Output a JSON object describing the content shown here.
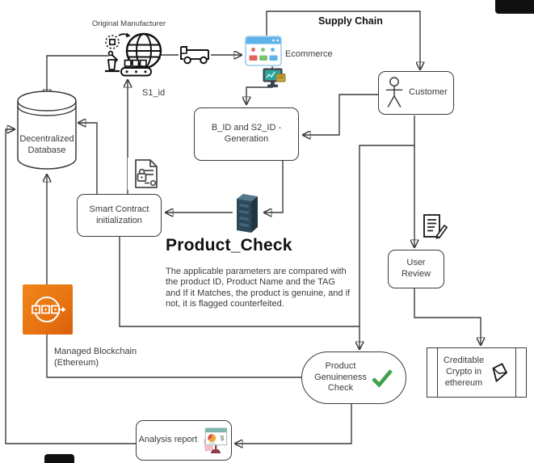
{
  "title": "Supply Chain",
  "annotations": {
    "original_manufacturer": "Original Manufacturer",
    "s1_id": "S1_id",
    "supply_chain": "Supply Chain",
    "ecommerce": "Ecommerce",
    "managed_blockchain": "Managed Blockchain\n(Ethereum)",
    "product_check_title": "Product_Check",
    "product_check_body": "The applicable parameters are compared with\nthe product ID, Product Name and the TAG\nand If it Matches, the product is genuine, and if\nnot, it is flagged counterfeited."
  },
  "nodes": {
    "database": {
      "label": "Decentralized\nDatabase",
      "shape": "cylinder"
    },
    "customer": {
      "label": "Customer",
      "shape": "rounded-rect",
      "icon": "person-icon"
    },
    "bid_generation": {
      "label": "B_ID and S2_ID -\nGeneration",
      "shape": "rounded-rect"
    },
    "smart_contract": {
      "label": "Smart Contract\ninitialization",
      "shape": "rounded-rect"
    },
    "user_review": {
      "label": "User\nReview",
      "shape": "rounded-rect"
    },
    "product_genuineness": {
      "label": "Product\nGenuineness\nCheck",
      "shape": "stadium",
      "icon": "check-icon"
    },
    "creditable_crypto": {
      "label": "Creditable\nCrypto in\nethereum",
      "shape": "predefined-process",
      "icon": "ethereum-gem-icon"
    },
    "analysis_report": {
      "label": "Analysis report",
      "shape": "rounded-rect",
      "icon": "report-board-icon"
    }
  },
  "icons": {
    "manufacturer": "factory-robot-globe-icon",
    "truck": "truck-icon",
    "ecommerce": "browser-window-icon",
    "computer": "monitor-card-icon",
    "lock_document": "smart-contract-lock-document-icon",
    "server": "server-rack-icon",
    "review": "review-document-pencil-icon",
    "blockchain": "aws-managed-blockchain-icon"
  },
  "colors": {
    "line": "#3b3b3b",
    "accent_orange": "#e87511",
    "check_green": "#3fa24b",
    "ecom_blue": "#5db3e8",
    "ecom_red": "#e0635c",
    "ecom_green": "#7cc36f",
    "server_front": "#2c4a5a",
    "server_top": "#56788c",
    "server_side": "#1f3542",
    "report_teal": "#7fb6b0",
    "report_pink": "#f5bfca",
    "report_maroon": "#8e3b47",
    "pie_orange": "#f0a63e",
    "pie_red": "#d2524f",
    "card_gold": "#c9a23f",
    "screen_teal": "#2aa6a0"
  }
}
